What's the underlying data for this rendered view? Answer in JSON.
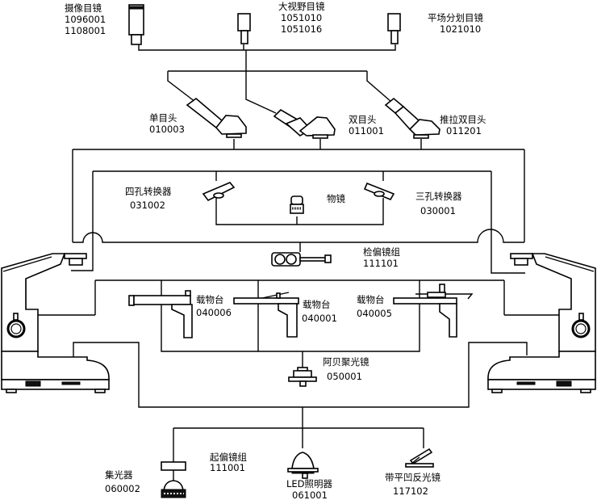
{
  "components": {
    "camera_eyepiece": {
      "name": "摄像目镜",
      "codes": [
        "1096001",
        "1108001"
      ],
      "icon": "camera-eyepiece-icon"
    },
    "wide_field_eyepiece": {
      "name": "大视野目镜",
      "codes": [
        "1051010",
        "1051016"
      ],
      "icon": "eyepiece-icon"
    },
    "graticule_eyepiece": {
      "name": "平场分划目镜",
      "codes": [
        "1021010"
      ],
      "icon": "eyepiece-icon"
    },
    "monocular_head": {
      "name": "单目头",
      "codes": [
        "010003"
      ],
      "icon": "monocular-head-icon"
    },
    "binocular_head": {
      "name": "双目头",
      "codes": [
        "011001"
      ],
      "icon": "binocular-head-icon"
    },
    "push_pull_binocular_head": {
      "name": "推拉双目头",
      "codes": [
        "011201"
      ],
      "icon": "binocular-head-icon"
    },
    "quad_nosepiece": {
      "name": "四孔转换器",
      "codes": [
        "031002"
      ],
      "icon": "nosepiece-icon"
    },
    "objective": {
      "name": "物镜",
      "codes": [],
      "icon": "objective-icon"
    },
    "triple_nosepiece": {
      "name": "三孔转换器",
      "codes": [
        "030001"
      ],
      "icon": "nosepiece-icon"
    },
    "analyzer_set": {
      "name": "检偏镜组",
      "codes": [
        "111101"
      ],
      "icon": "analyzer-icon"
    },
    "stage_a": {
      "name": "载物台",
      "codes": [
        "040006"
      ],
      "icon": "stage-icon"
    },
    "stage_b": {
      "name": "载物台",
      "codes": [
        "040001"
      ],
      "icon": "stage-icon"
    },
    "stage_c": {
      "name": "载物台",
      "codes": [
        "040005"
      ],
      "icon": "stage-icon"
    },
    "abbe_condenser": {
      "name": "阿贝聚光镜",
      "codes": [
        "050001"
      ],
      "icon": "condenser-icon"
    },
    "polarizer_set": {
      "name": "起偏镜组",
      "codes": [
        "111001"
      ],
      "icon": "polarizer-icon"
    },
    "collector": {
      "name": "集光器",
      "codes": [
        "060002"
      ],
      "icon": "collector-icon"
    },
    "led_illuminator": {
      "name": "LED照明器",
      "codes": [
        "061001"
      ],
      "icon": "led-lamp-icon"
    },
    "concave_mirror": {
      "name": "带平凹反光镜",
      "codes": [
        "117102"
      ],
      "icon": "mirror-icon"
    }
  }
}
